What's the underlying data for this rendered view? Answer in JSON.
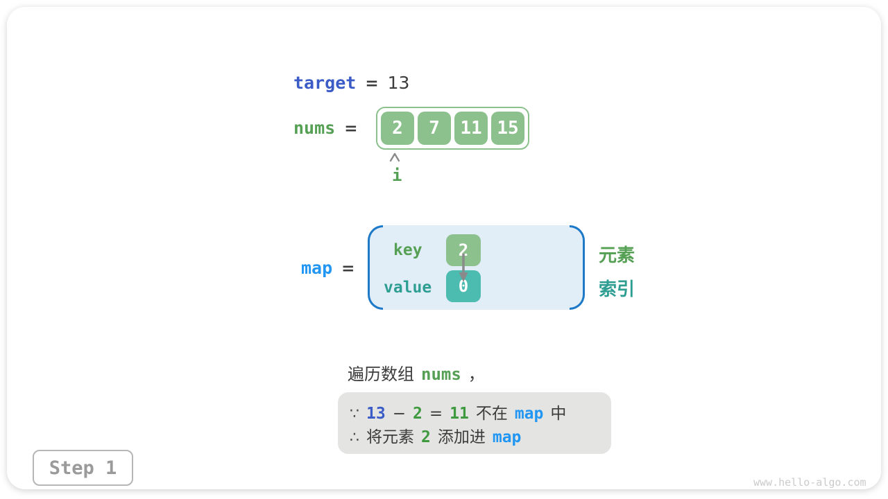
{
  "colors": {
    "royal_blue": "#3b5bc7",
    "sky_blue": "#2196f3",
    "green_text": "#55a055",
    "green_fill": "#8cc08c",
    "teal_text": "#2f9e92",
    "teal_fill": "#4cbbb0",
    "dark_text": "#3c3c3c",
    "map_fill": "#e1eef8",
    "bracket_blue": "#1e7ac8",
    "conclusion_fill": "#e4e4e3"
  },
  "target": {
    "label": "target",
    "equals": "=",
    "value": "13"
  },
  "nums": {
    "label": "nums",
    "equals": "=",
    "values": [
      "2",
      "7",
      "11",
      "15"
    ],
    "pointer": "i"
  },
  "map": {
    "label": "map",
    "equals": "=",
    "key_label": "key",
    "value_label": "value",
    "key_value": "2",
    "value_value": "0",
    "element_label": "元素",
    "index_label": "索引"
  },
  "caption": {
    "prefix": "遍历数组",
    "code": "nums",
    "comma": "，"
  },
  "conclusion": {
    "line1": {
      "because": "∵",
      "n1": "13",
      "minus": "−",
      "n2": "2",
      "equals": "=",
      "n3": "11",
      "t1": "不在",
      "code": "map",
      "t2": "中"
    },
    "line2": {
      "therefore": "∴",
      "t1": "将元素",
      "n1": "2",
      "t2": "添加进",
      "code": "map"
    }
  },
  "step": {
    "label": "Step 1"
  },
  "watermark": "www.hello-algo.com"
}
